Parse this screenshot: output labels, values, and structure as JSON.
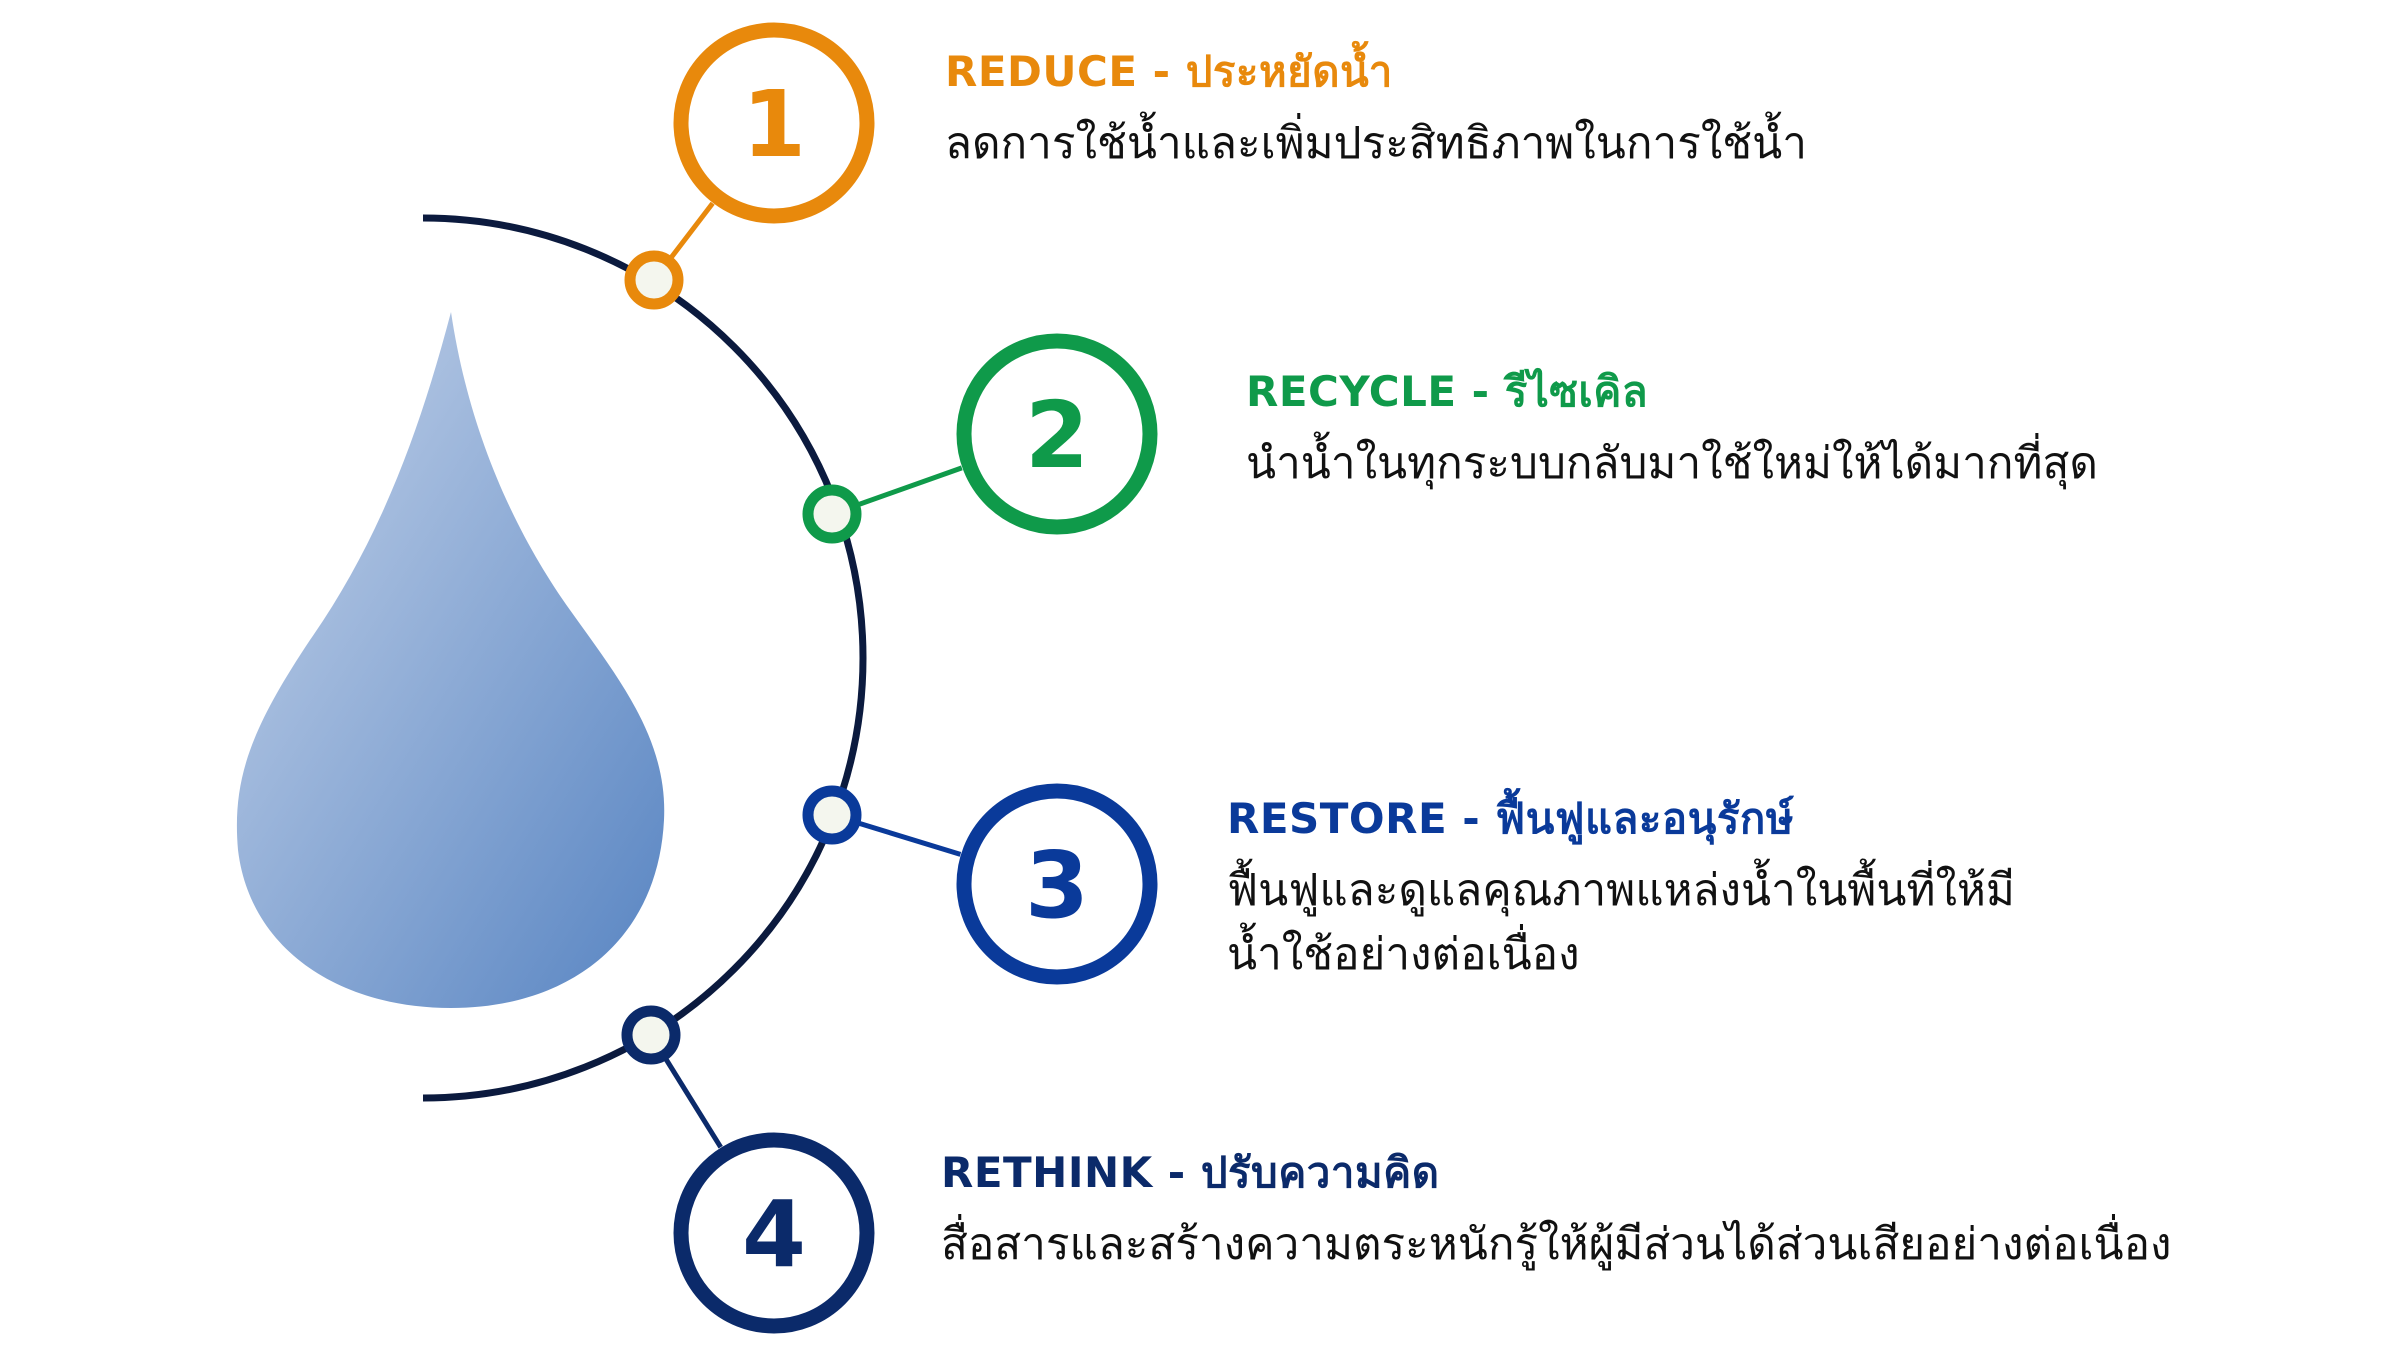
{
  "diagram": {
    "colors": {
      "arc": "#0b1a3e",
      "dot_fill": "#f4f6ee",
      "drop_light": "#c6d4ea",
      "drop_dark": "#5784c2"
    },
    "center_icon": "water-drop-icon",
    "steps": [
      {
        "number": "1",
        "title": "REDUCE - ประหยัดน้ำ",
        "description": [
          "ลดการใช้น้ำและเพิ่มประสิทธิภาพในการใช้น้ำ"
        ],
        "color": "#e8890c"
      },
      {
        "number": "2",
        "title": "RECYCLE - รีไซเคิล",
        "description": [
          "นำน้ำในทุกระบบกลับมาใช้ใหม่ให้ได้มากที่สุด"
        ],
        "color": "#0f9a4a"
      },
      {
        "number": "3",
        "title": "RESTORE - ฟื้นฟูและอนุรักษ์",
        "description": [
          "ฟื้นฟูและดูแลคุณภาพแหล่งน้ำในพื้นที่ให้มี",
          "น้ำใช้อย่างต่อเนื่อง"
        ],
        "color": "#0a3a9a"
      },
      {
        "number": "4",
        "title": "RETHINK - ปรับความคิด",
        "description": [
          "สื่อสารและสร้างความตระหนักรู้ให้ผู้มีส่วนได้ส่วนเสียอย่างต่อเนื่อง"
        ],
        "color": "#0b2a6a"
      }
    ]
  }
}
